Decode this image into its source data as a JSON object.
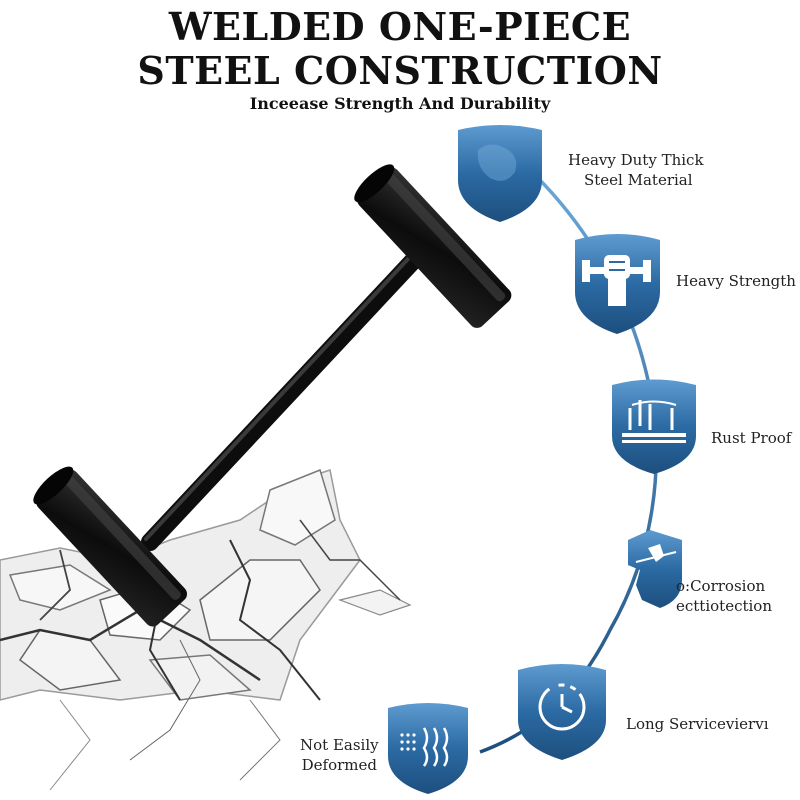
{
  "header": {
    "title_line1": "WELDED ONE-PIECE",
    "title_line2": "STEEL CONSTRUCTION",
    "subtitle": "Inceease Strength And Durability"
  },
  "features": [
    {
      "line1": "Heavy Duty Thick",
      "line2": "Steel Material",
      "icon": "shield-icon"
    },
    {
      "line1": "Heavy Strength",
      "line2": "",
      "icon": "dumbbell-fist-icon"
    },
    {
      "line1": "Rust Proof",
      "line2": "",
      "icon": "water-drop-surface-icon"
    },
    {
      "line1": "o:Corrosion",
      "line2": "ecttiotection",
      "icon": "anti-corrosion-icon"
    },
    {
      "line1": "Long Serviceviervı",
      "line2": "",
      "icon": "clock-icon"
    },
    {
      "line1": "Not Easily",
      "line2": "Deformed",
      "icon": "deformation-resist-icon"
    }
  ],
  "colors": {
    "shield_dark": "#1d4f7e",
    "shield_mid": "#2b6aa3",
    "shield_light": "#5e9bd0",
    "arc": "#2f73ad",
    "wrench": "#111111"
  }
}
